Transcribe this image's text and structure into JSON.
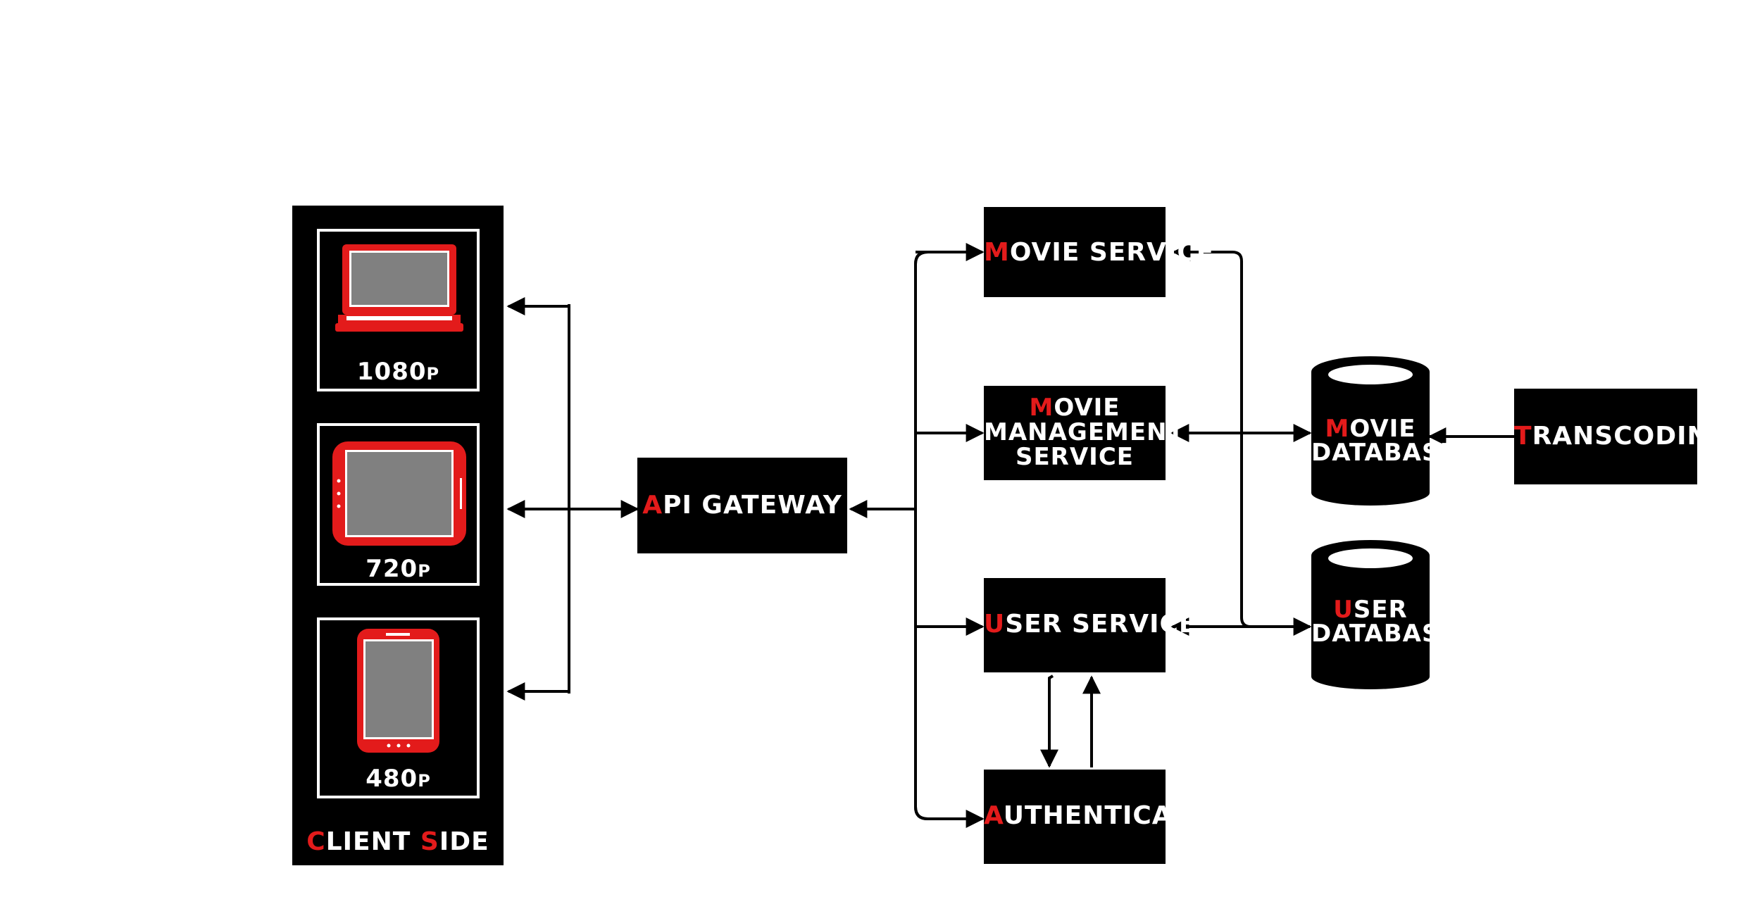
{
  "colors": {
    "box": "#000000",
    "accent": "#e31b1b",
    "device_screen": "#808080",
    "text": "#ffffff"
  },
  "client": {
    "title": [
      "C",
      "LIENT ",
      "S",
      "IDE"
    ],
    "devices": [
      {
        "icon": "laptop-icon",
        "res": "1080",
        "unit": "P"
      },
      {
        "icon": "tablet-landscape-icon",
        "res": "720",
        "unit": "P"
      },
      {
        "icon": "tablet-portrait-icon",
        "res": "480",
        "unit": "P"
      }
    ]
  },
  "api_gateway": {
    "initial": "A",
    "rest": "PI GATEWAY"
  },
  "services": {
    "movie": {
      "initial": "M",
      "rest": "OVIE SERVICE"
    },
    "management": {
      "initial": "M",
      "lines": [
        "OVIE",
        "MANAGEMENT",
        "SERVICE"
      ]
    },
    "user": {
      "initial": "U",
      "rest": "SER SERVICE"
    },
    "auth": {
      "initial": "A",
      "rest": "UTHENTICATION"
    }
  },
  "databases": {
    "movie_db": {
      "initial": "M",
      "line1": "OVIE",
      "line2": "DATABASE"
    },
    "user_db": {
      "initial": "U",
      "line1": "SER",
      "line2": "DATABASE"
    }
  },
  "transcoding": {
    "initial": "T",
    "rest": "RANSCODING"
  }
}
